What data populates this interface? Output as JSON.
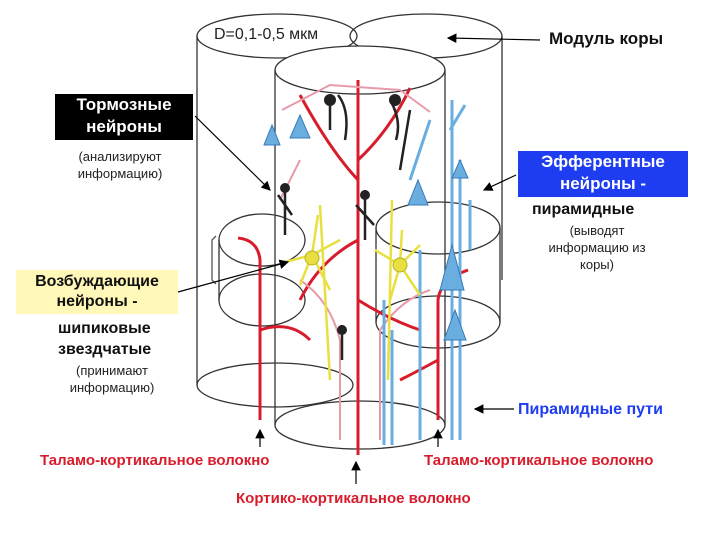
{
  "labels": {
    "diameter": "D=0,1-0,5 мкм",
    "module": "Модуль коры",
    "inhibitory_title": [
      "Тормозные",
      "нейроны"
    ],
    "inhibitory_note": [
      "(анализируют",
      "информацию)"
    ],
    "efferent_title": [
      "Эфферентные",
      "нейроны -"
    ],
    "efferent_sub": "пирамидные",
    "efferent_note": [
      "(выводят",
      "информацию из",
      "коры)"
    ],
    "excitatory_title": [
      "Возбуждающие",
      "нейроны -"
    ],
    "excitatory_sub": [
      "шипиковые",
      "звездчатые"
    ],
    "excitatory_note": [
      "(принимают",
      "информацию)"
    ],
    "pyramidal_paths": "Пирамидные пути",
    "thalamo_left": "Таламо-кортикальное волокно",
    "thalamo_right": "Таламо-кортикальное волокно",
    "cortico": "Кортико-кортикальное волокно"
  },
  "colors": {
    "inhibitory_box": "#000000",
    "efferent_box": "#1e3cf0",
    "excitatory_box": "#fff8b8",
    "fiber_red": "#d81c2c",
    "pyramid_blue": "#6aaee0",
    "stellate_yellow": "#e8e040",
    "afferent_pink": "#e89aa8"
  },
  "icons": [
    "arrow-icon"
  ]
}
